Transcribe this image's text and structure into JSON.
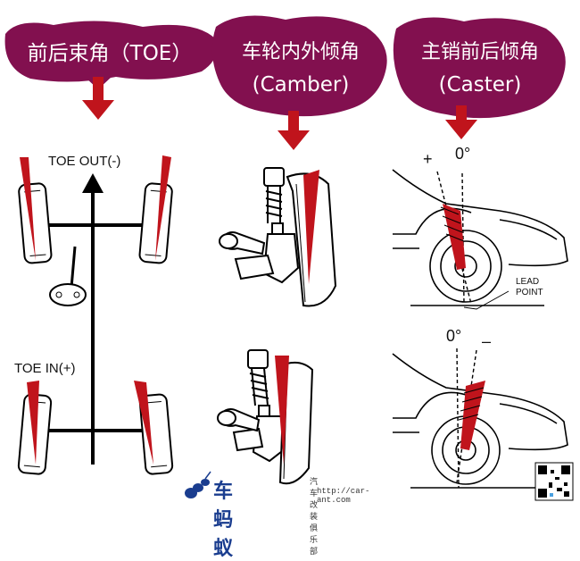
{
  "headers": {
    "toe": "前后束角（TOE）",
    "camber_line1": "车轮内外倾角",
    "camber_line2": "(Camber)",
    "caster_line1": "主销前后倾角",
    "caster_line2": "(Caster)"
  },
  "toe": {
    "out_label": "TOE OUT(-)",
    "in_label": "TOE IN(+)"
  },
  "caster": {
    "plus": "+",
    "zero_top": "0°",
    "lead_line1": "LEAD",
    "lead_line2": "POINT",
    "zero_bottom": "0°",
    "minus": "–"
  },
  "brand": {
    "name": "车蚂蚁",
    "subtitle": "汽车改装俱乐部",
    "url": "http://car-ant.com"
  },
  "colors": {
    "header_bubble": "#82104f",
    "wedge_red": "#c0141c",
    "brand_blue": "#1a3d8f"
  }
}
